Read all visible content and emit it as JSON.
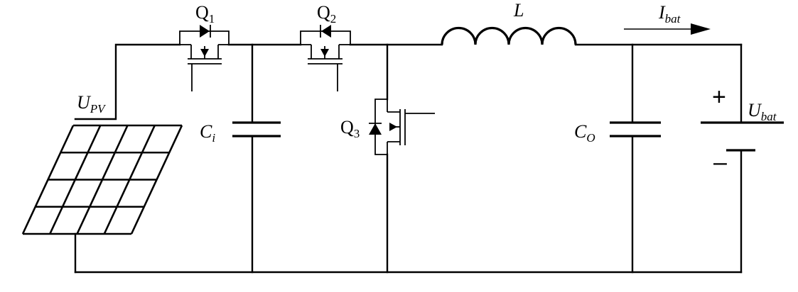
{
  "labels": {
    "q1": {
      "main": "Q",
      "sub": "1"
    },
    "q2": {
      "main": "Q",
      "sub": "2"
    },
    "q3": {
      "main": "Q",
      "sub": "3"
    },
    "inductor": "L",
    "current": {
      "main": "I",
      "sub": "bat"
    },
    "pv_voltage": {
      "main": "U",
      "sub": "PV"
    },
    "input_cap": {
      "main": "C",
      "sub": "i"
    },
    "output_cap": {
      "main": "C",
      "sub": "O"
    },
    "battery_voltage": {
      "main": "U",
      "sub": "bat"
    },
    "battery_plus": "+",
    "battery_minus": "–"
  },
  "components": {
    "solar_panel": {
      "rows": 4,
      "cols": 4
    }
  }
}
